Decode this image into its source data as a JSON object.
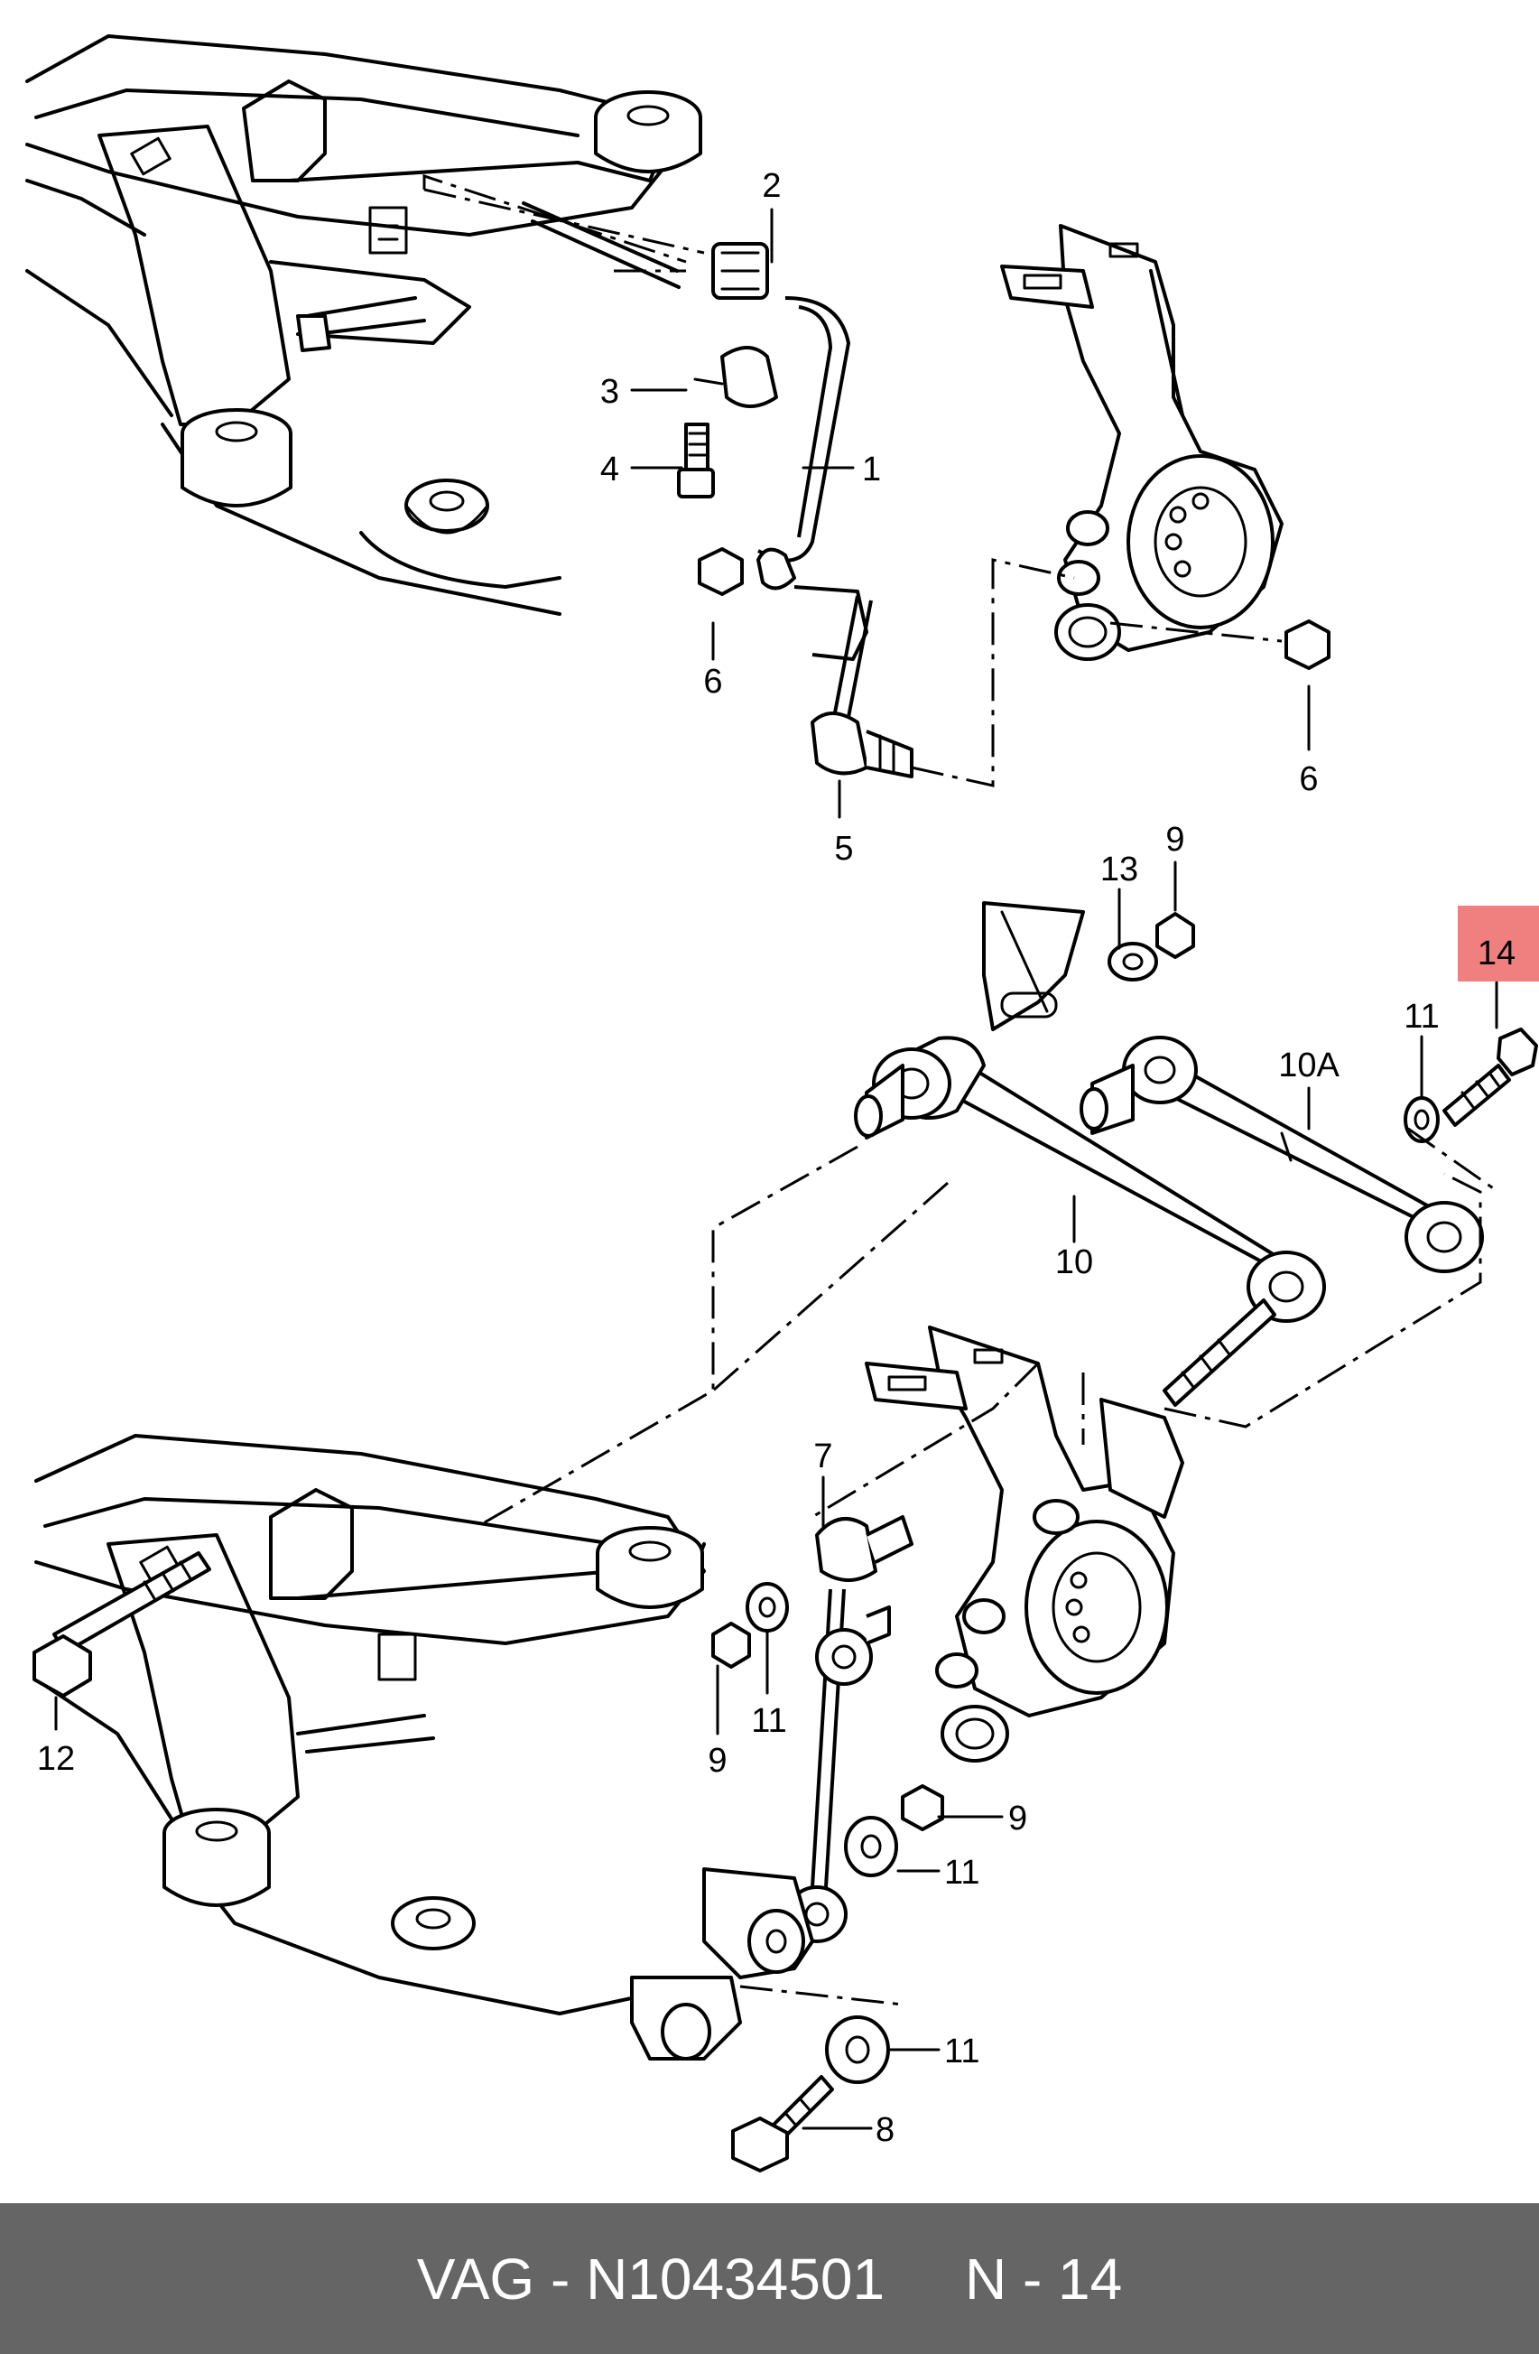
{
  "callouts": {
    "c1": "1",
    "c2": "2",
    "c3": "3",
    "c4": "4",
    "c5": "5",
    "c6a": "6",
    "c6b": "6",
    "c7": "7",
    "c8": "8",
    "c9a": "9",
    "c9b": "9",
    "c9c": "9",
    "c10": "10",
    "c10a": "10A",
    "c11a": "11",
    "c11b": "11",
    "c11c": "11",
    "c11d": "11",
    "c12": "12",
    "c13": "13",
    "c14": "14"
  },
  "highlight_color": "#f08080",
  "footer": {
    "brand_part": "VAG - N10434501",
    "position": "N - 14",
    "background": "#656565"
  }
}
